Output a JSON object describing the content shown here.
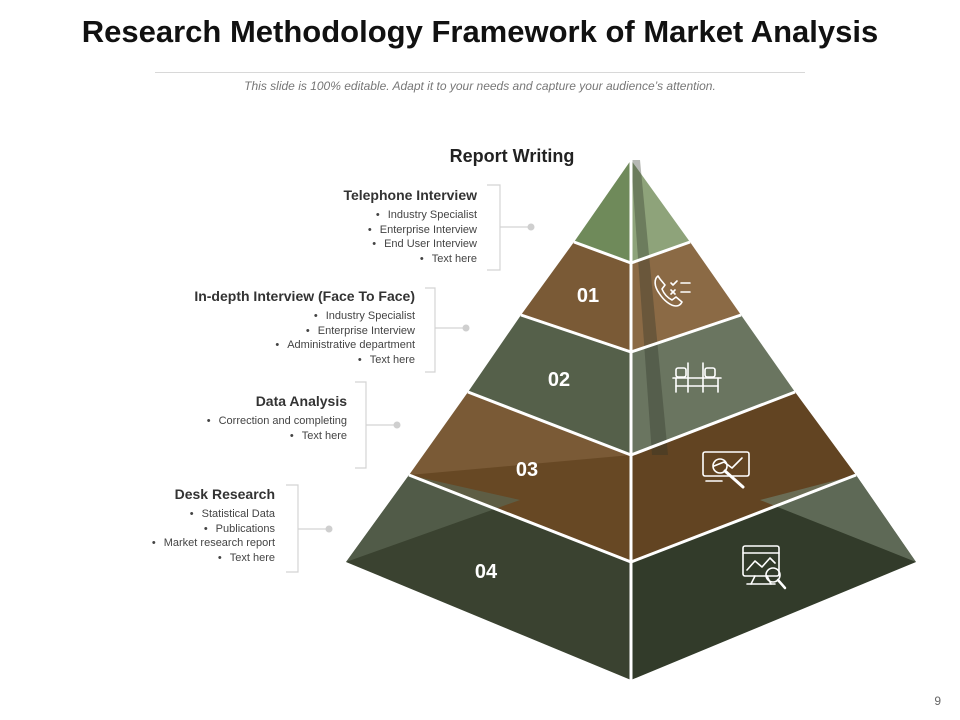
{
  "title": "Research Methodology Framework of Market Analysis",
  "subtitle": "This slide is 100% editable. Adapt it to your needs and capture your audience’s attention.",
  "apex_label": "Report Writing",
  "page_number": "9",
  "layers": [
    {
      "number": "01",
      "icon": "telephone-checklist-icon"
    },
    {
      "number": "02",
      "icon": "meeting-table-icon"
    },
    {
      "number": "03",
      "icon": "data-analysis-screen-icon"
    },
    {
      "number": "04",
      "icon": "desk-research-monitor-icon"
    }
  ],
  "callouts": [
    {
      "heading": "Telephone Interview",
      "items": [
        "Industry Specialist",
        "Enterprise Interview",
        "End User Interview",
        "Text here"
      ]
    },
    {
      "heading": "In-depth Interview (Face To Face)",
      "items": [
        "Industry Specialist",
        "Enterprise Interview",
        "Administrative department",
        "Text here"
      ]
    },
    {
      "heading": "Data Analysis",
      "items": [
        "Correction and completing",
        "Text here"
      ]
    },
    {
      "heading": "Desk Research",
      "items": [
        "Statistical Data",
        "Publications",
        "Market research report",
        "Text here"
      ]
    }
  ],
  "colors": {
    "apex_left": "#6f8a5a",
    "apex_right": "#8ea37a",
    "brown_left": "#7a5a36",
    "brown_right": "#8b6a45",
    "green_left": "#55604a",
    "green_right": "#6a7560",
    "base_left": "#3a4230",
    "base_right": "#323b2a"
  }
}
